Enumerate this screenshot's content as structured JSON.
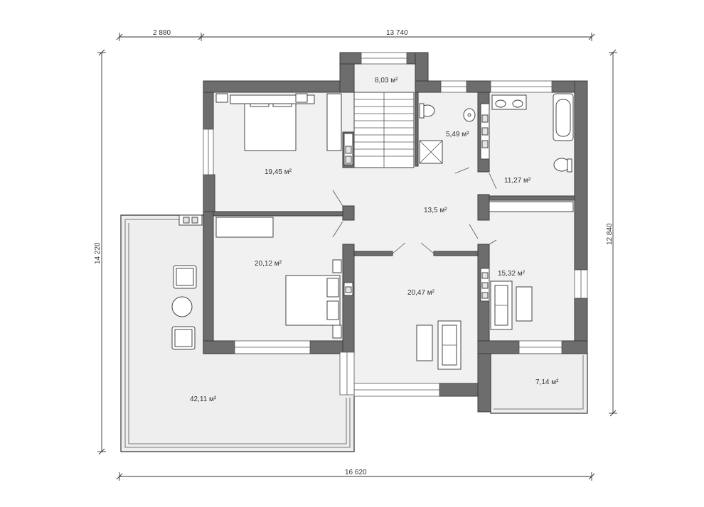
{
  "dimensions": {
    "top_left": "2 880",
    "top_right": "13 740",
    "left": "14 220",
    "right": "12 840",
    "bottom": "16 620"
  },
  "rooms": {
    "stair": "8,03 м²",
    "bath_small": "5,49 м²",
    "bath_large": "11,27 м²",
    "bedroom_1": "19,45 м²",
    "hall": "13,5 м²",
    "bedroom_2": "20,12 м²",
    "bedroom_3": "15,32 м²",
    "living": "20,47 м²",
    "terrace": "42,11 м²",
    "balcony": "7,14 м²"
  }
}
